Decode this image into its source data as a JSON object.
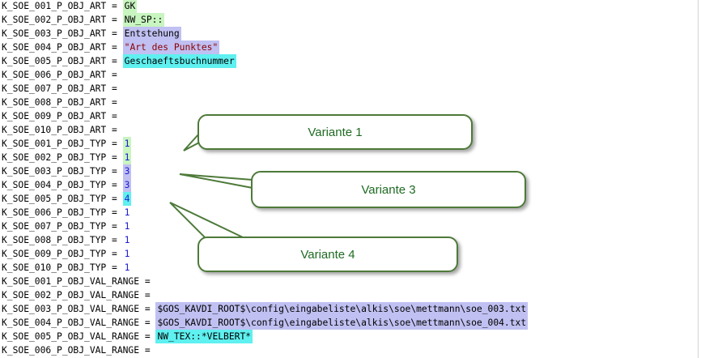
{
  "lines": [
    {
      "key": "K_SOE_001_P_OBJ_ART = ",
      "value": "GK",
      "highlight": "green",
      "kind": "text"
    },
    {
      "key": "K_SOE_002_P_OBJ_ART = ",
      "value": "NW_SP::",
      "highlight": "green",
      "kind": "text"
    },
    {
      "key": "K_SOE_003_P_OBJ_ART = ",
      "value": "Entstehung",
      "highlight": "purple",
      "kind": "text"
    },
    {
      "key": "K_SOE_004_P_OBJ_ART = ",
      "value": "\"Art des Punktes\"",
      "highlight": "purple",
      "kind": "str"
    },
    {
      "key": "K_SOE_005_P_OBJ_ART = ",
      "value": "Geschaeftsbuchnummer",
      "highlight": "cyan",
      "kind": "text"
    },
    {
      "key": "K_SOE_006_P_OBJ_ART =",
      "value": "",
      "highlight": "",
      "kind": "text"
    },
    {
      "key": "K_SOE_007_P_OBJ_ART =",
      "value": "",
      "highlight": "",
      "kind": "text"
    },
    {
      "key": "K_SOE_008_P_OBJ_ART =",
      "value": "",
      "highlight": "",
      "kind": "text"
    },
    {
      "key": "K_SOE_009_P_OBJ_ART =",
      "value": "",
      "highlight": "",
      "kind": "text"
    },
    {
      "key": "K_SOE_010_P_OBJ_ART =",
      "value": "",
      "highlight": "",
      "kind": "text"
    },
    {
      "key": "K_SOE_001_P_OBJ_TYP = ",
      "value": "1",
      "highlight": "green",
      "kind": "num"
    },
    {
      "key": "K_SOE_002_P_OBJ_TYP = ",
      "value": "1",
      "highlight": "green",
      "kind": "num"
    },
    {
      "key": "K_SOE_003_P_OBJ_TYP = ",
      "value": "3",
      "highlight": "purple",
      "kind": "num"
    },
    {
      "key": "K_SOE_004_P_OBJ_TYP = ",
      "value": "3",
      "highlight": "purple",
      "kind": "num"
    },
    {
      "key": "K_SOE_005_P_OBJ_TYP = ",
      "value": "4",
      "highlight": "cyan",
      "kind": "num"
    },
    {
      "key": "K_SOE_006_P_OBJ_TYP = ",
      "value": "1",
      "highlight": "",
      "kind": "num"
    },
    {
      "key": "K_SOE_007_P_OBJ_TYP = ",
      "value": "1",
      "highlight": "",
      "kind": "num"
    },
    {
      "key": "K_SOE_008_P_OBJ_TYP = ",
      "value": "1",
      "highlight": "",
      "kind": "num"
    },
    {
      "key": "K_SOE_009_P_OBJ_TYP = ",
      "value": "1",
      "highlight": "",
      "kind": "num"
    },
    {
      "key": "K_SOE_010_P_OBJ_TYP = ",
      "value": "1",
      "highlight": "",
      "kind": "num"
    },
    {
      "key": "K_SOE_001_P_OBJ_VAL_RANGE =",
      "value": "",
      "highlight": "",
      "kind": "text"
    },
    {
      "key": "K_SOE_002_P_OBJ_VAL_RANGE =",
      "value": "",
      "highlight": "",
      "kind": "text"
    },
    {
      "key": "K_SOE_003_P_OBJ_VAL_RANGE = ",
      "value": "$GOS_KAVDI_ROOT$\\config\\eingabeliste\\alkis\\soe\\mettmann\\soe_003.txt",
      "highlight": "purple",
      "kind": "text"
    },
    {
      "key": "K_SOE_004_P_OBJ_VAL_RANGE = ",
      "value": "$GOS_KAVDI_ROOT$\\config\\eingabeliste\\alkis\\soe\\mettmann\\soe_004.txt",
      "highlight": "purple",
      "kind": "text"
    },
    {
      "key": "K_SOE_005_P_OBJ_VAL_RANGE = ",
      "value": "NW_TEX::*VELBERT*",
      "highlight": "cyan",
      "kind": "text"
    },
    {
      "key": "K_SOE_006_P_OBJ_VAL_RANGE =",
      "value": "",
      "highlight": "",
      "kind": "text"
    }
  ],
  "callouts": {
    "variante1": "Variante 1",
    "variante3": "Variante 3",
    "variante4": "Variante 4"
  },
  "colors": {
    "green_highlight": "#c8f5c0",
    "purple_highlight": "#c0c0f2",
    "cyan_highlight": "#5ff0f0",
    "callout_border": "#4e7a3a",
    "callout_text": "#1f6b22"
  }
}
